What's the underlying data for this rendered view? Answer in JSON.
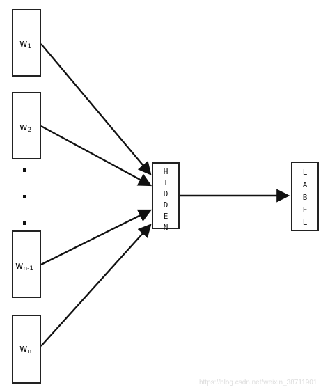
{
  "diagram": {
    "inputs": [
      {
        "base": "w",
        "sub": "1"
      },
      {
        "base": "w",
        "sub": "2"
      },
      {
        "base": "w",
        "sub": "n-1"
      },
      {
        "base": "w",
        "sub": "n"
      }
    ],
    "hidden_letters": [
      "H",
      "I",
      "D",
      "D",
      "E",
      "N"
    ],
    "label_letters": [
      "L",
      "A",
      "B",
      "E",
      "L"
    ],
    "ellipsis": ".",
    "watermark": "https://blog.csdn.net/weixin_38711901"
  }
}
